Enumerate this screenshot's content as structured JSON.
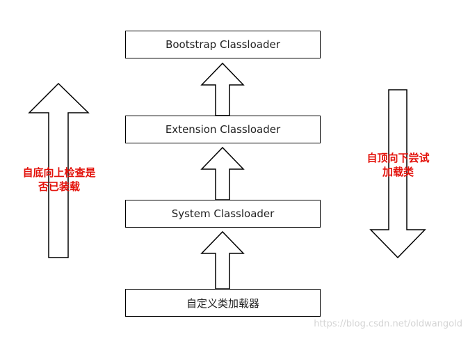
{
  "boxes": {
    "bootstrap": "Bootstrap Classloader",
    "extension": "Extension Classloader",
    "system": "System Classloader",
    "custom": "自定义类加载器"
  },
  "labels": {
    "left_line1": "自底向上检查是",
    "left_line2": "否已装载",
    "right_line1": "自顶向下尝试",
    "right_line2": "加载类"
  },
  "watermark": "https://blog.csdn.net/oldwangold",
  "colors": {
    "label": "#e3120b",
    "stroke": "#000000",
    "watermark": "#d4d4d4"
  },
  "icons": [
    "up-arrow-icon",
    "down-arrow-icon"
  ]
}
